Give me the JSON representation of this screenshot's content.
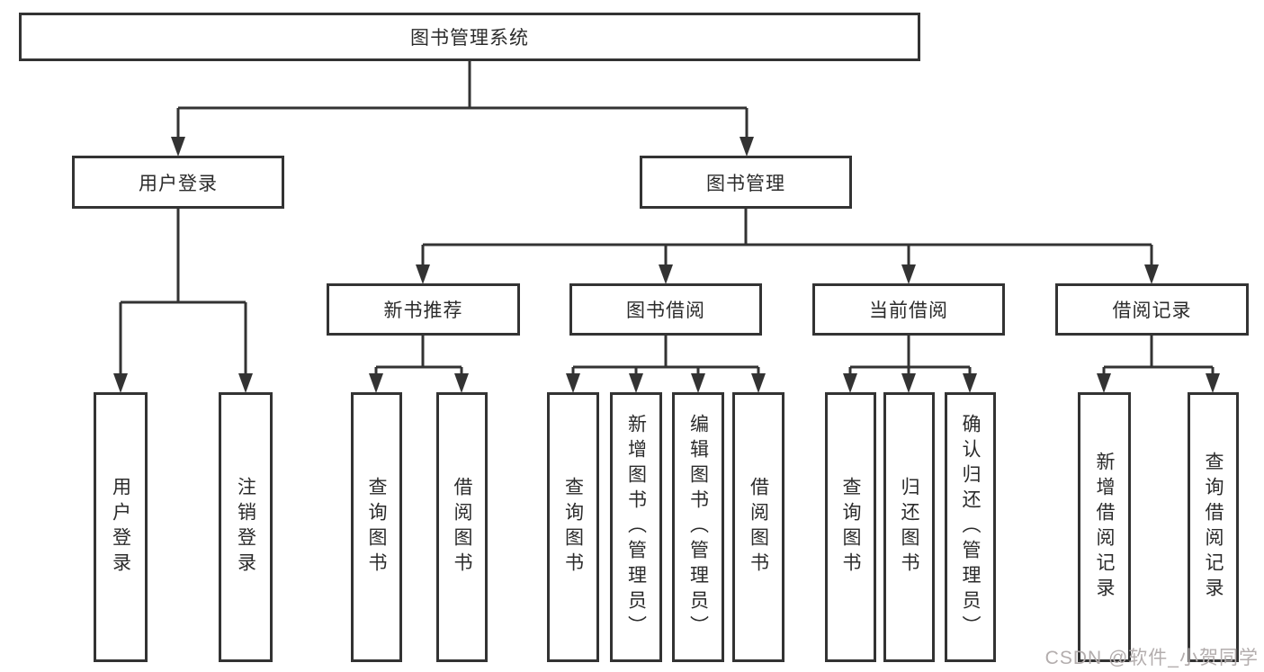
{
  "diagram": {
    "root": {
      "label": "图书管理系统"
    },
    "level2": [
      {
        "label": "用户登录"
      },
      {
        "label": "图书管理"
      }
    ],
    "level3": [
      {
        "label": "新书推荐"
      },
      {
        "label": "图书借阅"
      },
      {
        "label": "当前借阅"
      },
      {
        "label": "借阅记录"
      }
    ],
    "leaves": [
      {
        "label": "用户登录"
      },
      {
        "label": "注销登录"
      },
      {
        "label": "查询图书"
      },
      {
        "label": "借阅图书"
      },
      {
        "label": "查询图书"
      },
      {
        "label": "新增图书（管理员）"
      },
      {
        "label": "编辑图书（管理员）"
      },
      {
        "label": "借阅图书"
      },
      {
        "label": "查询图书"
      },
      {
        "label": "归还图书"
      },
      {
        "label": "确认归还（管理员）"
      },
      {
        "label": "新增借阅记录"
      },
      {
        "label": "查询借阅记录"
      }
    ],
    "watermark": "CSDN @软件_小贺同学",
    "colors": {
      "border": "#333333",
      "text": "#2b2b2b",
      "watermark": "#b3adad",
      "background": "#ffffff"
    }
  }
}
